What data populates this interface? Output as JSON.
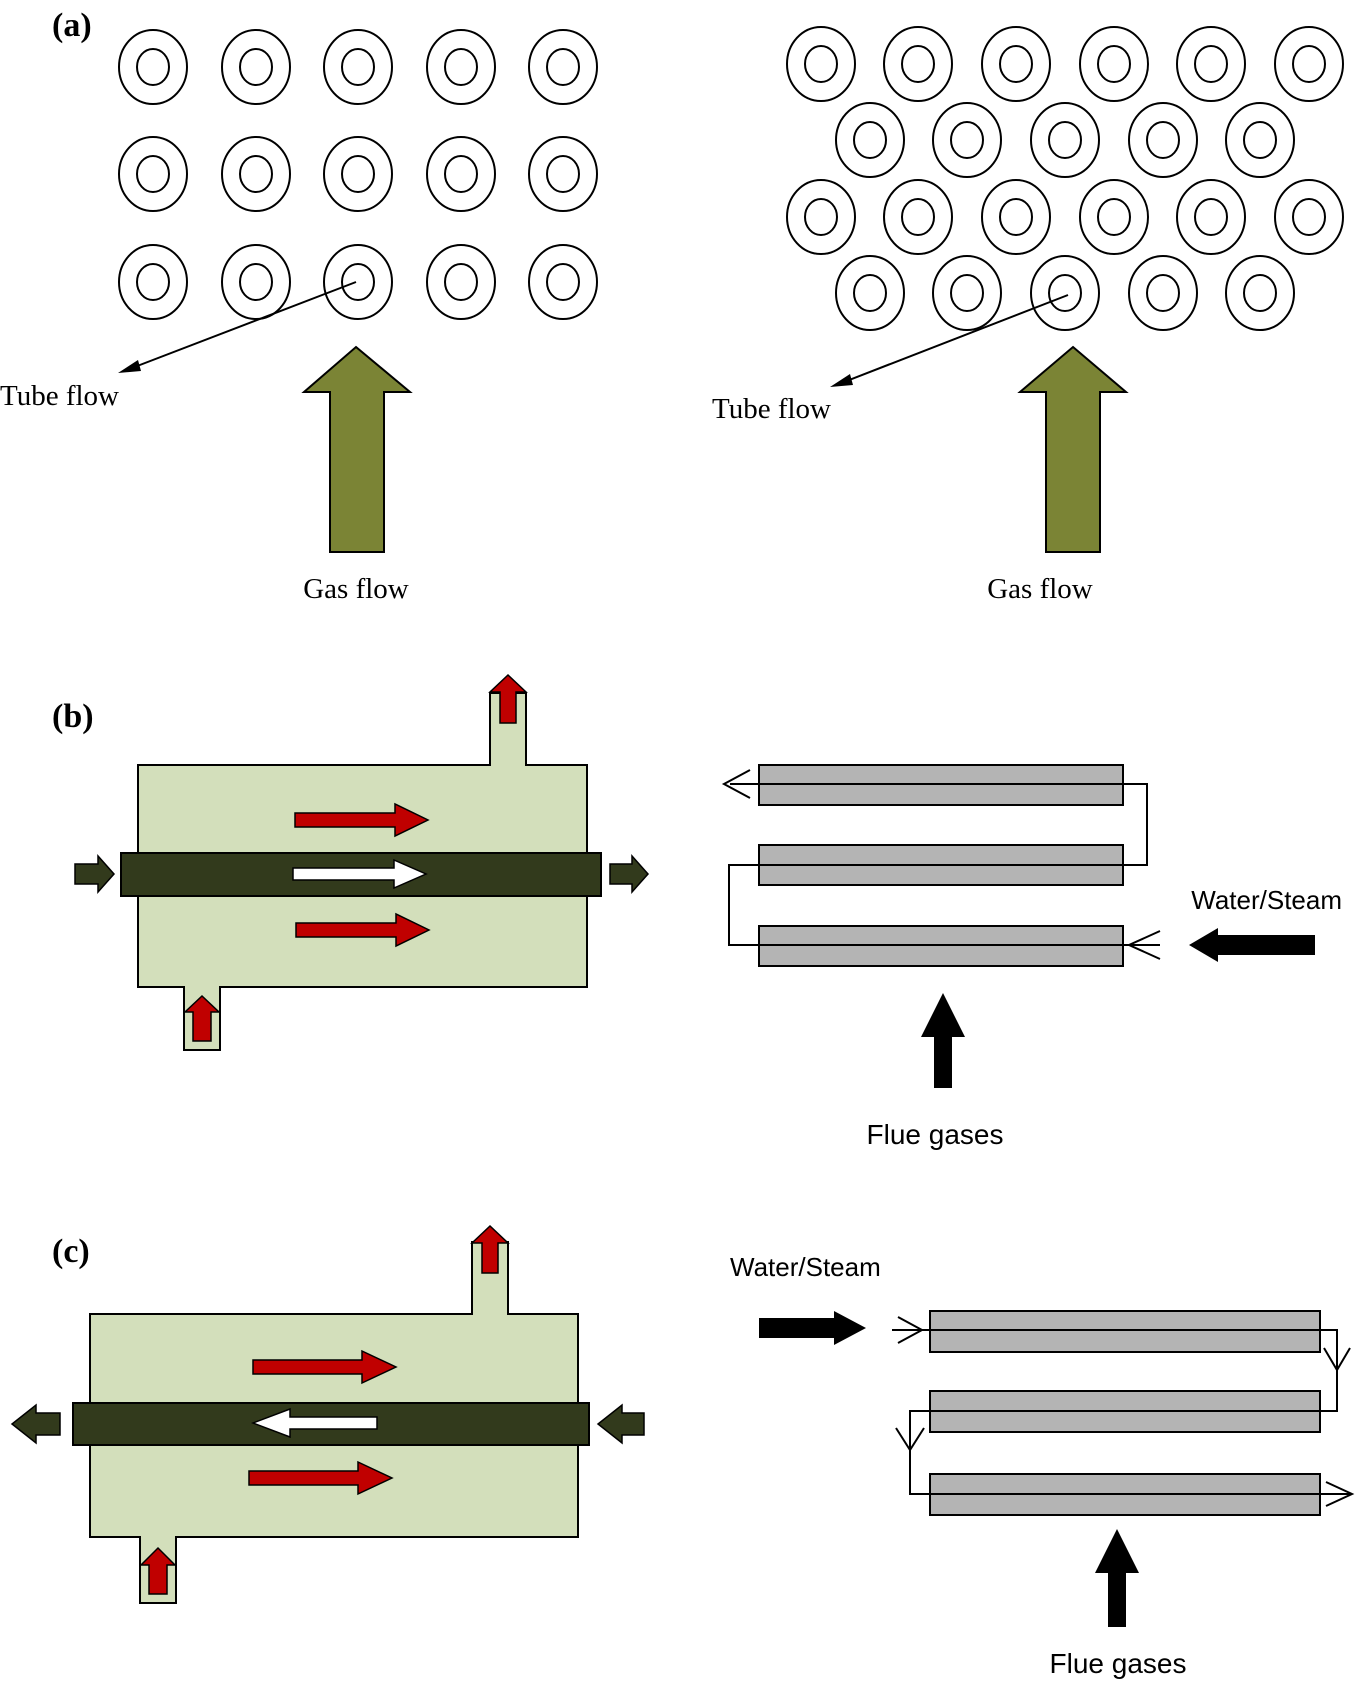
{
  "panels": {
    "a": {
      "label": "(a)",
      "left": {
        "tube_flow_label": "Tube flow",
        "gas_flow_label": "Gas flow",
        "arrangement": "in-line",
        "rows": 3,
        "cols": 5
      },
      "right": {
        "tube_flow_label": "Tube flow",
        "gas_flow_label": "Gas flow",
        "arrangement": "staggered",
        "rows": 4
      }
    },
    "b": {
      "label": "(b)",
      "arrangement": "parallel-flow",
      "coil_labels": {
        "water_steam": "Water/Steam",
        "flue_gases": "Flue gases"
      }
    },
    "c": {
      "label": "(c)",
      "arrangement": "counter-flow",
      "coil_labels": {
        "water_steam": "Water/Steam",
        "flue_gases": "Flue gases"
      }
    }
  },
  "colors": {
    "shell_fill": "#d3dfbb",
    "core_tube": "#323a1c",
    "gas_arrow": "#7b8435",
    "hot_arrow": "#c00000",
    "coil_fill": "#b4b4b4",
    "ink": "#000000"
  }
}
